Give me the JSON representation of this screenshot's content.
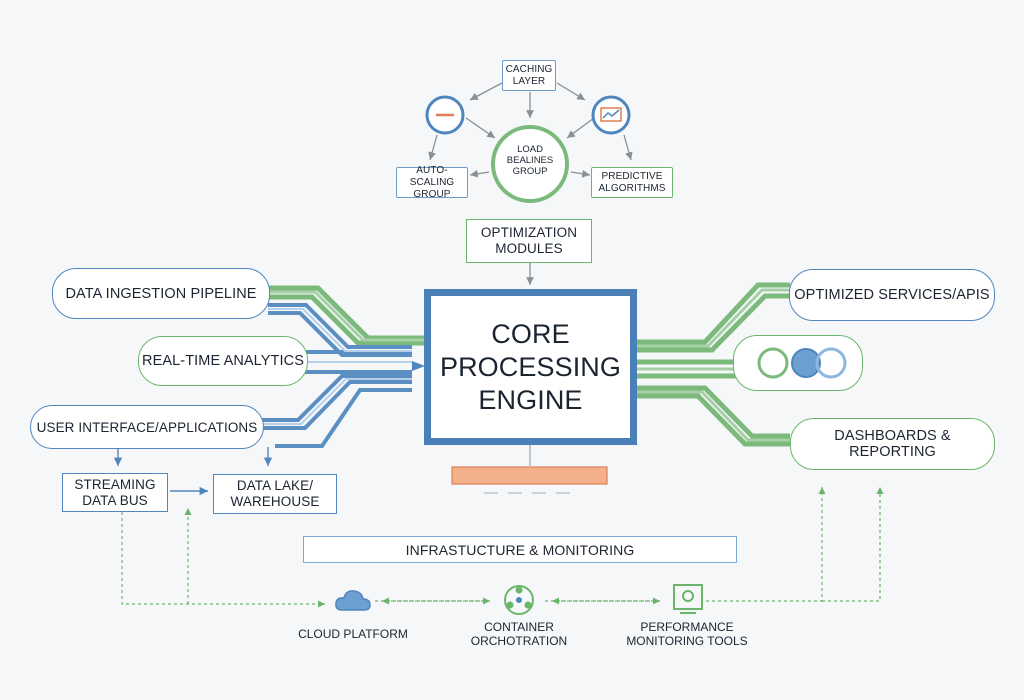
{
  "top_cluster": {
    "caching": "CACHING\nLAYER",
    "load_balancing": "LOAD\nBEALINES\nGROUP",
    "auto_scaling": "AUTO-SCALING\nGROUP",
    "predictive": "PREDICTIVE\nALGORITHMS"
  },
  "optimization_modules": "OPTIMIZATION\nMODULES",
  "core": "CORE\nPROCESSING\nENGINE",
  "inputs": {
    "data_ingestion": "DATA INGESTION PIPELINE",
    "realtime": "REAL-TIME ANALYTICS",
    "user_interface": "USER INTERFACE/APPLICATIONS",
    "streaming": "STREAMING\nDATA BUS",
    "data_lake": "DATA LAKE/\nWAREHOUSE"
  },
  "outputs": {
    "services": "OPTIMIZED SERVICES/APIS",
    "dashboards": "DASHBOARDS & REPORTING"
  },
  "infrastructure": {
    "title": "INFRASTUCTURE & MONITORING",
    "cloud": "CLOUD PLATFORM",
    "container": "CONTAINER\nORCHOTRATION",
    "monitoring": "PERFORMANCE\nMONITORING TOOLS"
  },
  "colors": {
    "blue": "#4f86be",
    "green": "#6bb56b",
    "orange": "#f4b08a"
  },
  "icons": [
    "toggle-icon",
    "chart-icon",
    "cloud-icon",
    "cluster-icon",
    "monitor-icon"
  ]
}
